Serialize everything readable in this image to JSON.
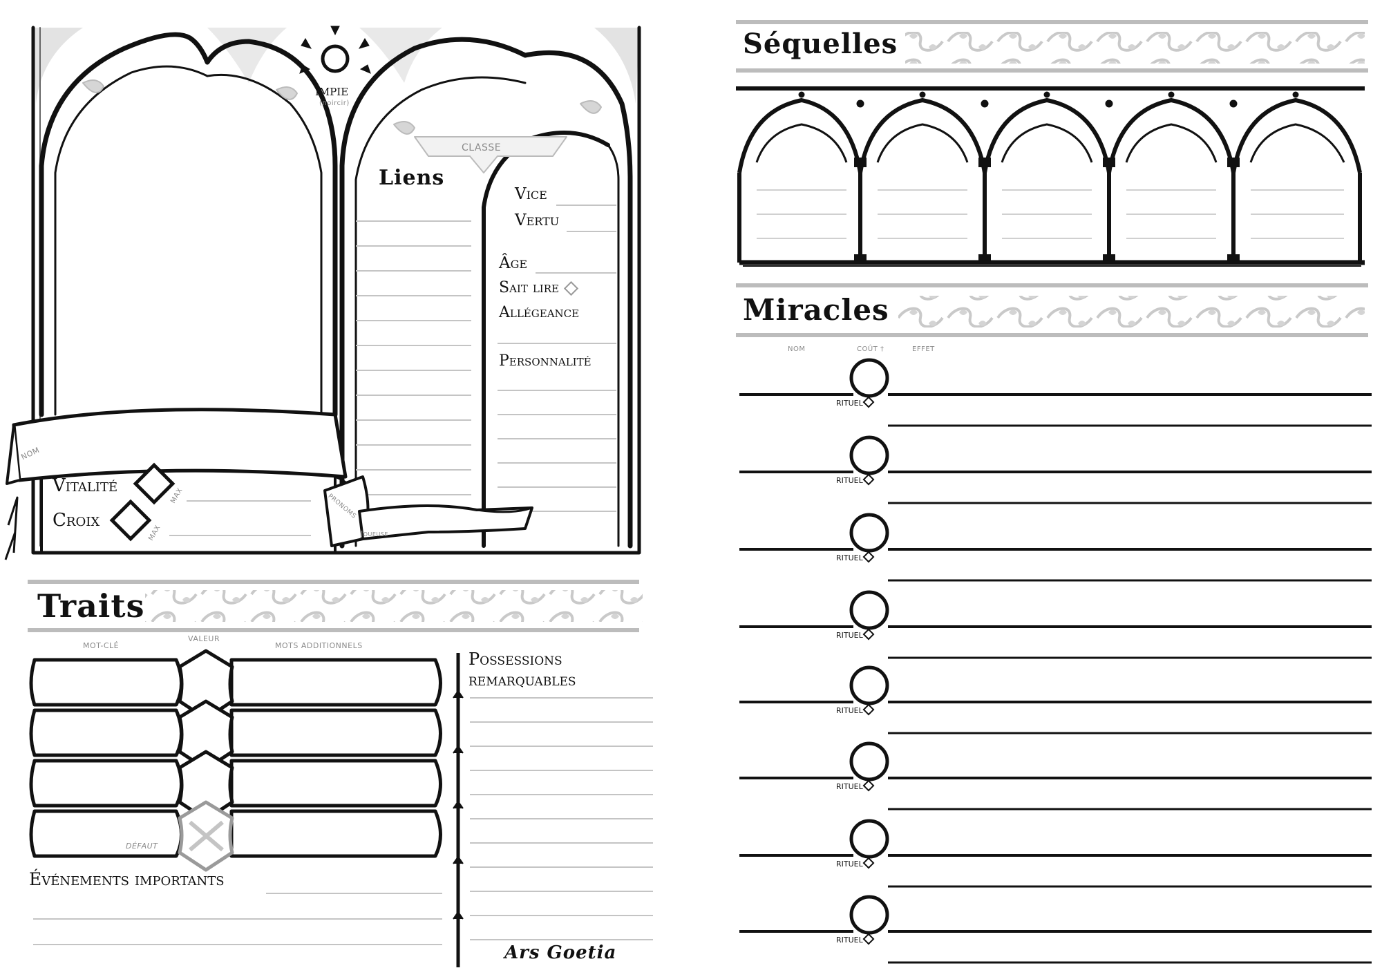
{
  "portrait": {
    "impie_label": "IMPIE",
    "impie_note": "(noircir)",
    "classe_label": "CLASSE",
    "liens_title": "Liens",
    "vice_label": "Vice",
    "vertu_label": "Vertu",
    "age_label": "Âge",
    "sait_lire_label": "Sait lire",
    "allegeance_label": "Allégeance",
    "personnalite_label": "Personnalité",
    "nom_label": "NOM",
    "vitalite_label": "Vitalité",
    "croix_label": "Croix",
    "max_label_1": "MAX",
    "max_label_2": "MAX",
    "pronoms_label": "PRONOMS",
    "joueuse_label": "Joueuse"
  },
  "traits": {
    "title": "Traits",
    "col_motcle": "MOT-CLÉ",
    "col_valeur": "VALEUR",
    "col_mots": "MOTS ADDITIONNELS",
    "defaut_label": "DÉFAUT",
    "evenements_label": "Événements importants",
    "possessions_label_1": "Possessions",
    "possessions_label_2": "remarquables",
    "logo_text": "Ars Goetia"
  },
  "sequelles": {
    "title": "Séquelles"
  },
  "miracles": {
    "title": "Miracles",
    "col_nom": "NOM",
    "col_cout": "COÛT †",
    "col_effet": "EFFET",
    "rows": [
      {
        "rituel": "RITUEL"
      },
      {
        "rituel": "RITUEL"
      },
      {
        "rituel": "RITUEL"
      },
      {
        "rituel": "RITUEL"
      },
      {
        "rituel": "RITUEL"
      },
      {
        "rituel": "RITUEL"
      },
      {
        "rituel": "RITUEL"
      },
      {
        "rituel": "RITUEL"
      }
    ]
  }
}
